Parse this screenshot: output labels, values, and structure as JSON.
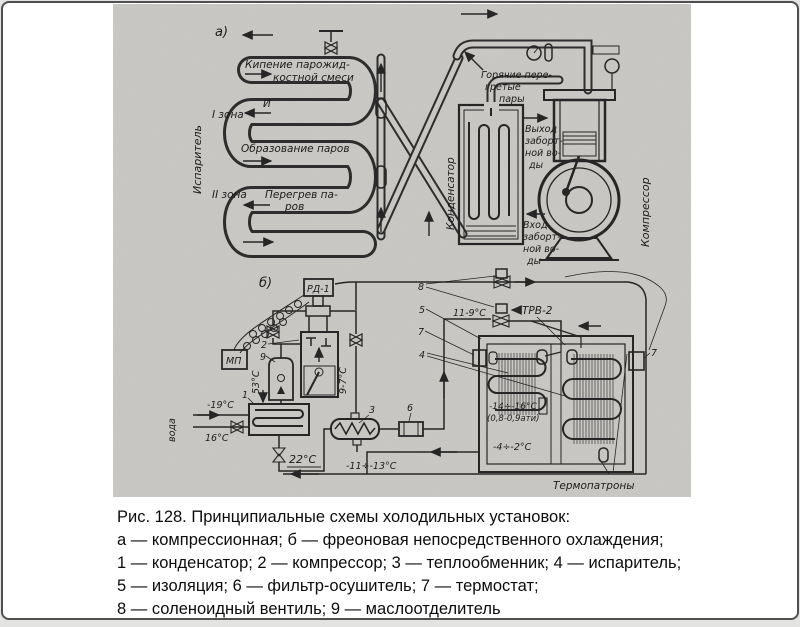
{
  "fig": {
    "a": {
      "label": "а)",
      "evaporator": "Испаритель",
      "boiling1": "Кипение парожид-",
      "boiling2": "костной смеси",
      "zone1": "I зона",
      "letter_i": "И",
      "formation": "Образование паров",
      "zone2": "II зона",
      "superheat1": "Перегрев па-",
      "superheat2": "ров",
      "condenser": "Конденсатор",
      "hot1": "Горячие пере-",
      "hot2": "гретые",
      "hot3": "пары",
      "wout1": "Выход",
      "wout2": "заборт-",
      "wout3": "ной во-",
      "wout4": "ды",
      "win1": "Вход",
      "win2": "заборт-",
      "win3": "ной во-",
      "win4": "ды",
      "compressor": "Компрессор"
    },
    "b": {
      "label": "б)",
      "rd1": "РД-1",
      "mp": "МП",
      "voda": "вода",
      "t_minus19": "-19°C",
      "t_16": "16°C",
      "t_53": "53°C",
      "t_9_7": "9-7°C",
      "t_22": "22°C",
      "t_11_9": "11-9°C",
      "trv": "ТРВ-2",
      "t_14_16": "-14÷-16°C",
      "pressure": "(0,8-0,9ати)",
      "t_4_2": "-4÷-2°C",
      "t_11_13": "-11÷-13°C",
      "thermo": "Термопатроны",
      "n1": "1",
      "n2": "2",
      "n3": "3",
      "n4": "4",
      "n5": "5",
      "n6": "6",
      "n7": "7",
      "n8": "8",
      "n9": "9"
    }
  },
  "caption": {
    "line1": "Рис. 128. Принципиальные схемы холодильных установок:",
    "line2": "а — компрессионная; б — фреоновая непосредственного охлаждения;",
    "line3": "1 — конденсатор; 2 — компрессор; 3 — теплообменник; 4 — испаритель;",
    "line4": "5 — изоляция; 6 — фильтр-осушитель; 7 — термостат;",
    "line5": "8 — соленоидный вентиль; 9 — маслоотделитель"
  }
}
